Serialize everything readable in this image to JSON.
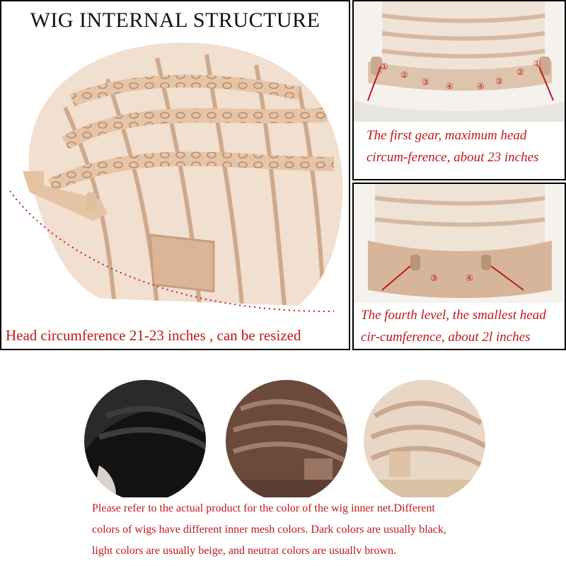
{
  "main": {
    "title": "WIG INTERNAL STRUCTURE",
    "caption": "Head circumference 21-23 inches , can be resized"
  },
  "gear_first": {
    "caption_line1": "The first gear, maximum head",
    "caption_line2": "circum-ference, about 23 inches",
    "markers": [
      "①",
      "②",
      "③",
      "④",
      "④",
      "③",
      "②",
      "①"
    ]
  },
  "gear_fourth": {
    "caption_line1": "The fourth level, the smallest head",
    "caption_line2": "cir-cumference, about 2l inches",
    "markers": [
      "③",
      "④"
    ]
  },
  "variants": {
    "note_line1": "Please refer to the actual product for the color of the wig inner net.Different",
    "note_line2": "colors of wigs have different inner mesh colors. Dark colors are usually black,",
    "note_line3": "light colors are usually beige, and neutrat colors are usuallv brown."
  },
  "colors": {
    "caption_red": "#c01818",
    "beige": "#e8c6a8",
    "brown": "#7a5442",
    "black": "#1a1a1a"
  }
}
